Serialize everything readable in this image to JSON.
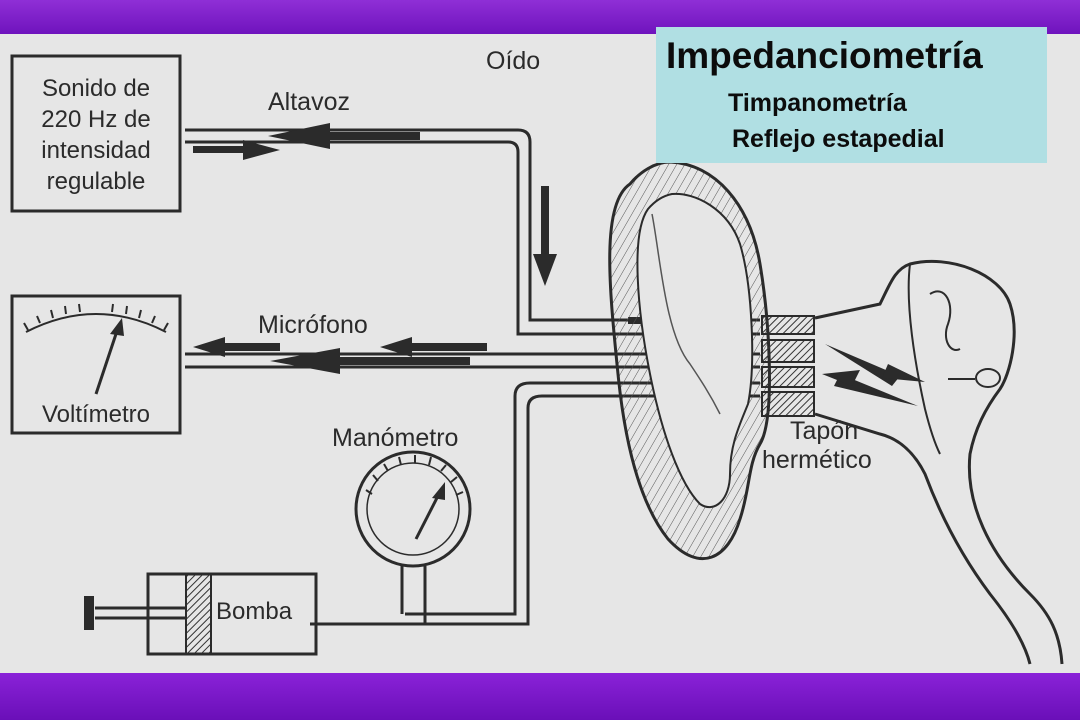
{
  "header": {
    "title": "Impedanciometría",
    "items": [
      "Timpanometría",
      "Reflejo estapedial"
    ]
  },
  "diagram": {
    "ear_label": "Oído",
    "generator_lines": [
      "Sonido de",
      "220 Hz de",
      "intensidad",
      "regulable"
    ],
    "speaker_label": "Altavoz",
    "microphone_label": "Micrófono",
    "voltmeter_label": "Voltímetro",
    "manometer_label": "Manómetro",
    "pump_label": "Bomba",
    "plug_lines": [
      "Tapón",
      "hermético"
    ]
  },
  "colors": {
    "frame": "#7a1fc4",
    "paper": "#e6e6e6",
    "title_box": "#b0dfe3",
    "ink": "#2b2b2b"
  }
}
